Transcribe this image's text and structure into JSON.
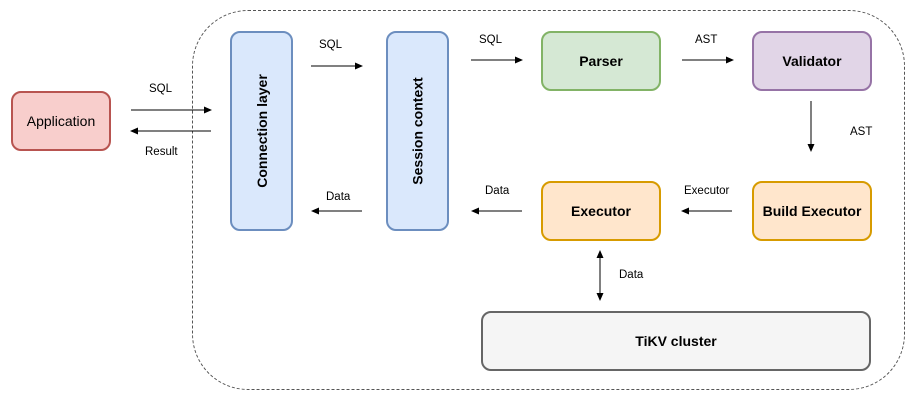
{
  "nodes": {
    "application": {
      "label": "Application",
      "fill": "#f8cecc",
      "stroke": "#b85450"
    },
    "connection_layer": {
      "label": "Connection layer",
      "fill": "#dae8fc",
      "stroke": "#6c8ebf"
    },
    "session_context": {
      "label": "Session context",
      "fill": "#dae8fc",
      "stroke": "#6c8ebf"
    },
    "parser": {
      "label": "Parser",
      "fill": "#d5e8d4",
      "stroke": "#82b366"
    },
    "validator": {
      "label": "Validator",
      "fill": "#e1d5e7",
      "stroke": "#9673a6"
    },
    "build_executor": {
      "label": "Build Executor",
      "fill": "#ffe6cc",
      "stroke": "#d79b00"
    },
    "executor": {
      "label": "Executor",
      "fill": "#ffe6cc",
      "stroke": "#d79b00"
    },
    "tikv": {
      "label": "TiKV cluster",
      "fill": "#f5f5f5",
      "stroke": "#666666"
    }
  },
  "edges": {
    "app_to_conn": "SQL",
    "conn_to_app": "Result",
    "conn_to_session": "SQL",
    "session_to_parser": "SQL",
    "parser_to_validator": "AST",
    "validator_to_build": "AST",
    "build_to_executor": "Executor",
    "executor_to_session": "Data",
    "session_to_conn": "Data",
    "executor_tikv": "Data"
  }
}
